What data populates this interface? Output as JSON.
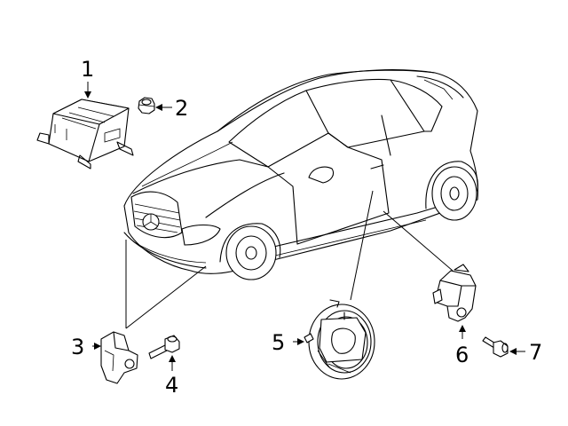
{
  "callouts": [
    {
      "id": "1",
      "label": "1",
      "part": "control-module"
    },
    {
      "id": "2",
      "label": "2",
      "part": "nut"
    },
    {
      "id": "3",
      "label": "3",
      "part": "front-sensor"
    },
    {
      "id": "4",
      "label": "4",
      "part": "bolt"
    },
    {
      "id": "5",
      "label": "5",
      "part": "door-sensor"
    },
    {
      "id": "6",
      "label": "6",
      "part": "side-sensor"
    },
    {
      "id": "7",
      "label": "7",
      "part": "bolt"
    }
  ]
}
